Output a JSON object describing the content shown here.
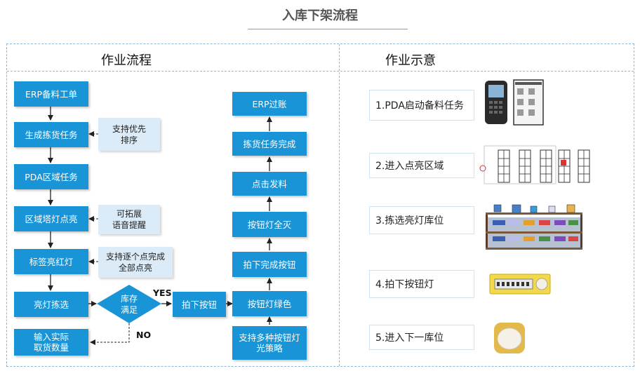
{
  "page": {
    "title": "入库下架流程"
  },
  "left_section": {
    "title": "作业流程"
  },
  "right_section": {
    "title": "作业示意"
  },
  "flow": {
    "left_column": [
      "ERP备料工单",
      "生成拣货任务",
      "PDA区域任务",
      "区域塔灯点亮",
      "标签亮红灯",
      "亮灯拣选"
    ],
    "input_box": [
      "输入实际",
      "取货数量"
    ],
    "notes": {
      "priority": [
        "支持优先",
        "排序"
      ],
      "voice": [
        "可拓展",
        "语音提醒"
      ],
      "complete": [
        "支持逐个点完成",
        "全部点亮"
      ]
    },
    "decision": [
      "库存",
      "满足"
    ],
    "yes_label": "YES",
    "no_label": "NO",
    "press_button": "拍下按钮",
    "right_column": [
      "ERP过账",
      "拣货任务完成",
      "点击发料",
      "按钮灯全灭",
      "拍下完成按钮",
      "按钮灯绿色",
      "支持多种按钮灯光策略"
    ]
  },
  "steps": [
    {
      "label": "1.PDA启动备料任务",
      "image": "pda-device"
    },
    {
      "label": "2.进入点亮区域",
      "image": "shelf-zone-diagram"
    },
    {
      "label": "3.拣选亮灯库位",
      "image": "picking-rack"
    },
    {
      "label": "4.拍下按钮灯",
      "image": "digital-display-button"
    },
    {
      "label": "5.进入下一库位",
      "image": "round-button"
    }
  ],
  "colors": {
    "box": "#1994d6",
    "note": "#dbecf8",
    "border": "#8fb8d6"
  }
}
